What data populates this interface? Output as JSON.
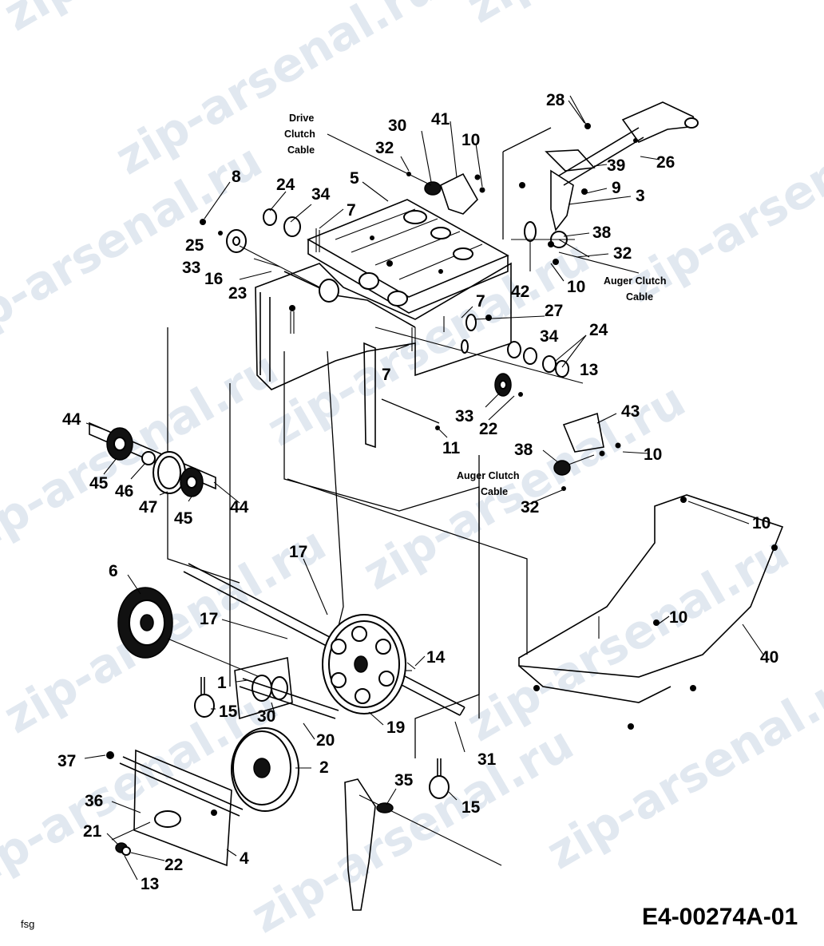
{
  "watermark": {
    "text": "zip-arsenal.ru",
    "color": "#c9d6e4"
  },
  "callouts": [
    {
      "id": "p28",
      "text": "28"
    },
    {
      "id": "p26",
      "text": "26"
    },
    {
      "id": "p39",
      "text": "39"
    },
    {
      "id": "p9",
      "text": "9"
    },
    {
      "id": "p3",
      "text": "3"
    },
    {
      "id": "p38a",
      "text": "38"
    },
    {
      "id": "p32a",
      "text": "32"
    },
    {
      "id": "p10a",
      "text": "10"
    },
    {
      "id": "p42",
      "text": "42"
    },
    {
      "id": "p30a",
      "text": "30"
    },
    {
      "id": "p41",
      "text": "41"
    },
    {
      "id": "p32b",
      "text": "32"
    },
    {
      "id": "p10b",
      "text": "10"
    },
    {
      "id": "p5",
      "text": "5"
    },
    {
      "id": "p8",
      "text": "8"
    },
    {
      "id": "p24a",
      "text": "24"
    },
    {
      "id": "p34a",
      "text": "34"
    },
    {
      "id": "p7a",
      "text": "7"
    },
    {
      "id": "p25",
      "text": "25"
    },
    {
      "id": "p33a",
      "text": "33"
    },
    {
      "id": "p16",
      "text": "16"
    },
    {
      "id": "p23",
      "text": "23"
    },
    {
      "id": "p7b",
      "text": "7"
    },
    {
      "id": "p27",
      "text": "27"
    },
    {
      "id": "p34b",
      "text": "34"
    },
    {
      "id": "p24b",
      "text": "24"
    },
    {
      "id": "p13a",
      "text": "13"
    },
    {
      "id": "p7c",
      "text": "7"
    },
    {
      "id": "p33b",
      "text": "33"
    },
    {
      "id": "p22a",
      "text": "22"
    },
    {
      "id": "p11",
      "text": "11"
    },
    {
      "id": "p43",
      "text": "43"
    },
    {
      "id": "p38b",
      "text": "38"
    },
    {
      "id": "p10c",
      "text": "10"
    },
    {
      "id": "p32c",
      "text": "32"
    },
    {
      "id": "p44a",
      "text": "44"
    },
    {
      "id": "p45a",
      "text": "45"
    },
    {
      "id": "p46",
      "text": "46"
    },
    {
      "id": "p47",
      "text": "47"
    },
    {
      "id": "p45b",
      "text": "45"
    },
    {
      "id": "p44b",
      "text": "44"
    },
    {
      "id": "p10d",
      "text": "10"
    },
    {
      "id": "p17a",
      "text": "17"
    },
    {
      "id": "p6",
      "text": "6"
    },
    {
      "id": "p10e",
      "text": "10"
    },
    {
      "id": "p40",
      "text": "40"
    },
    {
      "id": "p17b",
      "text": "17"
    },
    {
      "id": "p14",
      "text": "14"
    },
    {
      "id": "p1",
      "text": "1"
    },
    {
      "id": "p15a",
      "text": "15"
    },
    {
      "id": "p30b",
      "text": "30"
    },
    {
      "id": "p20",
      "text": "20"
    },
    {
      "id": "p19",
      "text": "19"
    },
    {
      "id": "p31",
      "text": "31"
    },
    {
      "id": "p37",
      "text": "37"
    },
    {
      "id": "p2",
      "text": "2"
    },
    {
      "id": "p35",
      "text": "35"
    },
    {
      "id": "p15b",
      "text": "15"
    },
    {
      "id": "p36",
      "text": "36"
    },
    {
      "id": "p21",
      "text": "21"
    },
    {
      "id": "p22b",
      "text": "22"
    },
    {
      "id": "p4",
      "text": "4"
    },
    {
      "id": "p13b",
      "text": "13"
    }
  ],
  "captions": {
    "drive_clutch": [
      "Drive",
      "Clutch",
      "Cable"
    ],
    "auger_clutch_top": [
      "Auger Clutch",
      "Cable"
    ],
    "auger_clutch_mid": [
      "Auger Clutch",
      "Cable"
    ]
  },
  "footer": {
    "initials": "fsg",
    "drawing_code": "E4-00274A-01"
  }
}
